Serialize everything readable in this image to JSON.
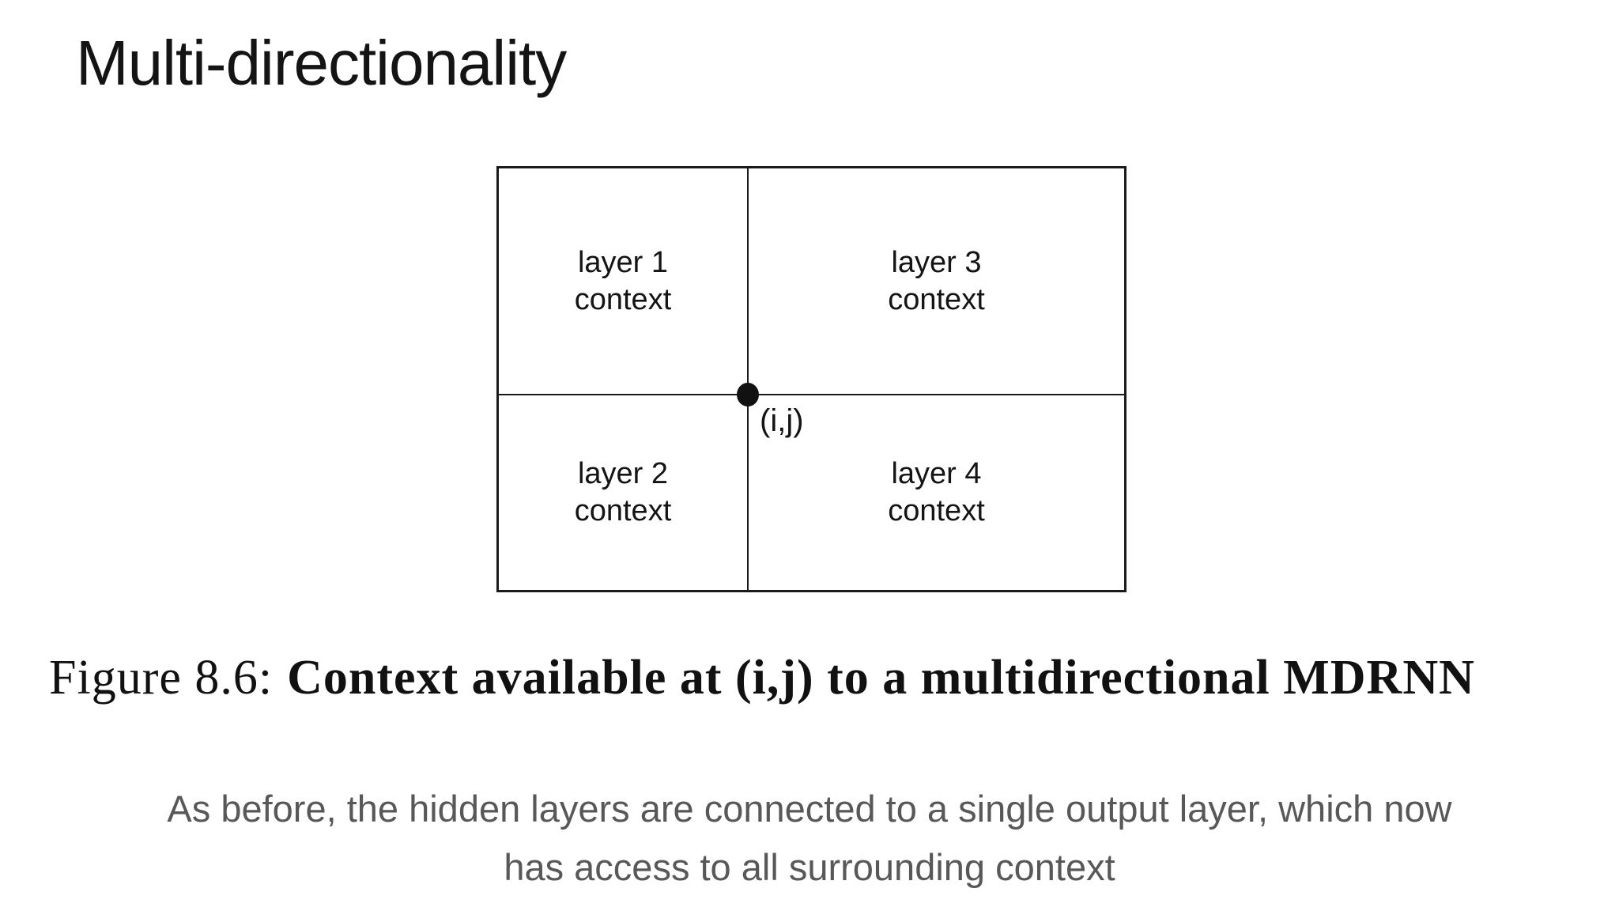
{
  "slide": {
    "title": "Multi-directionality",
    "figure": {
      "cells": [
        {
          "name": "layer-1",
          "line1": "layer 1",
          "line2": "context"
        },
        {
          "name": "layer-3",
          "line1": "layer 3",
          "line2": "context"
        },
        {
          "name": "layer-2",
          "line1": "layer 2",
          "line2": "context"
        },
        {
          "name": "layer-4",
          "line1": "layer 4",
          "line2": "context"
        }
      ],
      "point_label": "(i,j)"
    },
    "caption": {
      "prefix": "Figure 8.6:",
      "bold_text": "Context available at (i,j) to a multidirectional MDRNN"
    },
    "body": {
      "line1": "As before, the hidden layers are connected to a single output layer, which now",
      "line2": "has access to all surrounding context"
    },
    "colors": {
      "background": "#ffffff",
      "diagram_line": "#1a1a1a",
      "text_black": "#141414",
      "body_gray": "#585858"
    }
  }
}
